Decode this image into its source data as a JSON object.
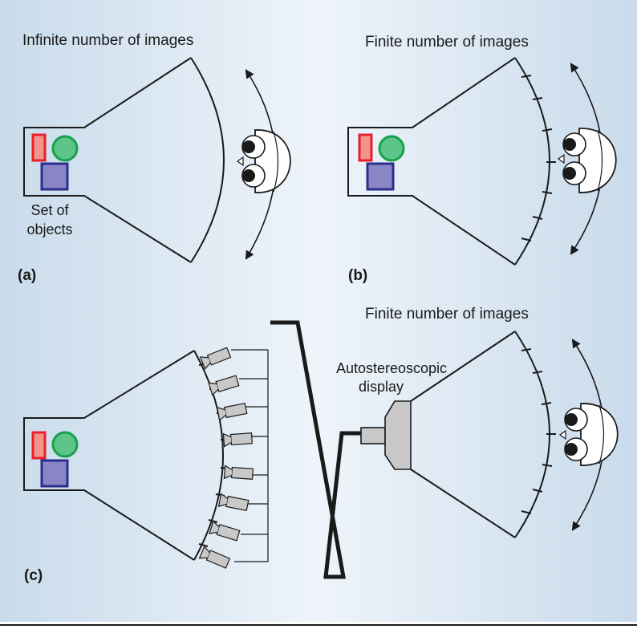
{
  "panel_a": {
    "caption": "(a)",
    "title": "Infinite number of images",
    "objects_label_line1": "Set of",
    "objects_label_line2": "objects"
  },
  "panel_b": {
    "caption": "(b)",
    "title": "Finite number of images"
  },
  "panel_c": {
    "caption": "(c)",
    "title": "Finite number of images",
    "display_label_line1": "Autostereoscopic",
    "display_label_line2": "display"
  },
  "colors": {
    "background_light": "#eef4fa",
    "background_dark": "#c9dbeb",
    "red_object": "#e8202a",
    "red_fill": "#f2948a",
    "green_object": "#1aa04a",
    "green_fill": "#5dc48a",
    "blue_object": "#2b2f8f",
    "blue_fill": "#8a86c6",
    "camera_fill": "#c8c8c8",
    "display_fill": "#c8c8c8",
    "line": "#1a1a1a"
  }
}
